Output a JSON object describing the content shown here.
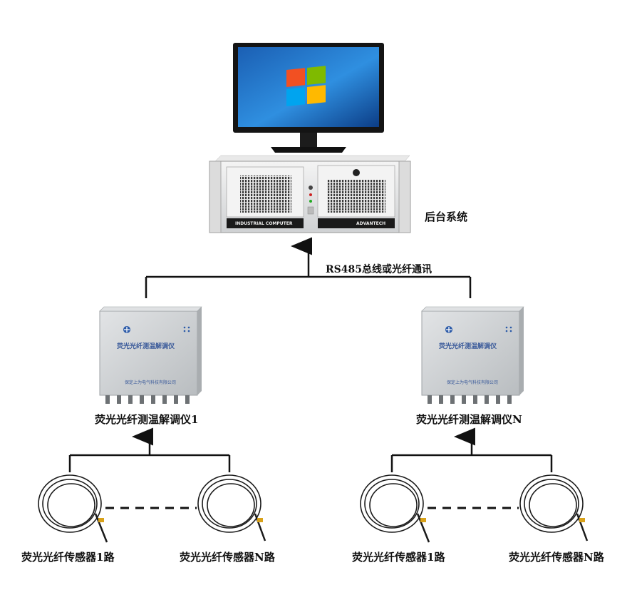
{
  "labels": {
    "backend": "后台系统",
    "comm": "RS485总线或光纤通讯",
    "demod_1": "荧光光纤测温解调仪1",
    "demod_n": "荧光光纤测温解调仪N",
    "sensor_1_left": "荧光光纤传感器1路",
    "sensor_n_left": "荧光光纤传感器N路",
    "sensor_1_right": "荧光光纤传感器1路",
    "sensor_n_right": "荧光光纤传感器N路"
  },
  "device": {
    "box_title": "荧光光纤测温解调仪",
    "box_company": "保定上为电气科技有限公司"
  },
  "server": {
    "panel_text": "INDUSTRIAL COMPUTER",
    "brand": "ADVANTECH"
  },
  "colors": {
    "line": "#111111",
    "box_body": "#c9ccce",
    "box_text": "#3a5a9a",
    "cable": "#1a1a1a",
    "sensor_band": "#d9a21a"
  }
}
